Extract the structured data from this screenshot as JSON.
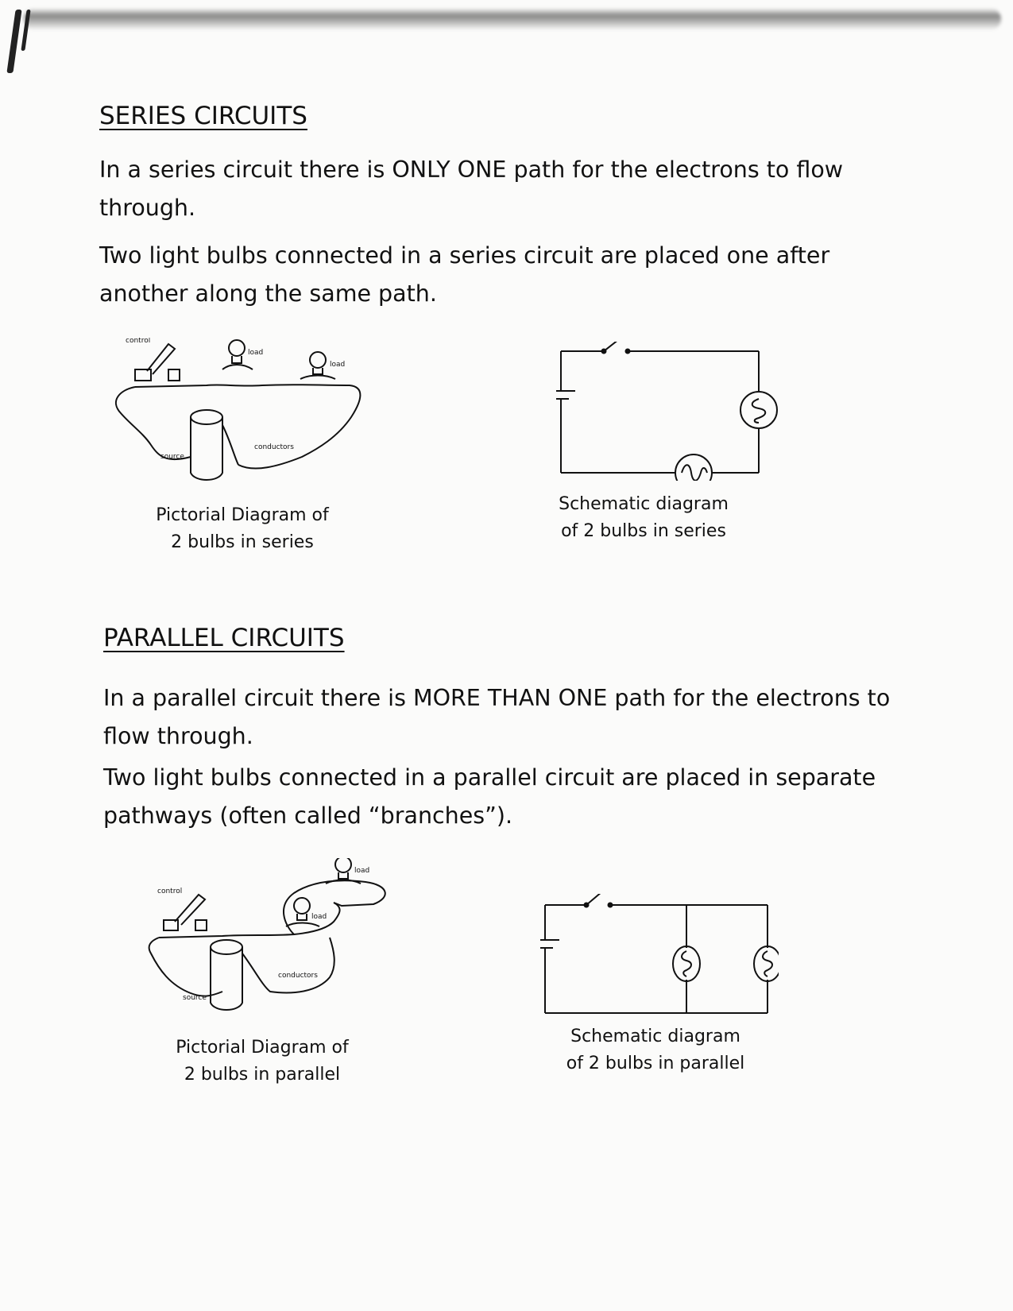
{
  "series": {
    "heading": "SERIES CIRCUITS",
    "para1": "In a series circuit there is ONLY ONE path for the electrons to flow through.",
    "para2": "Two light bulbs connected in a series circuit are placed one after another along the same path.",
    "pictorial": {
      "labels": {
        "control": "control",
        "load1": "load",
        "load2": "load",
        "conductors": "conductors",
        "source": "source"
      },
      "caption_line1": "Pictorial Diagram of",
      "caption_line2": "2 bulbs in series"
    },
    "schematic": {
      "caption_line1": "Schematic diagram",
      "caption_line2": "of 2 bulbs in series"
    }
  },
  "parallel": {
    "heading": "PARALLEL CIRCUITS",
    "para1": "In a parallel circuit there is MORE THAN ONE path for the electrons to flow through.",
    "para2": "Two light bulbs connected in a parallel circuit are placed in separate pathways (often called “branches”).",
    "pictorial": {
      "labels": {
        "control": "control",
        "load1": "load",
        "load2": "load",
        "conductors": "conductors",
        "source": "source"
      },
      "caption_line1": "Pictorial Diagram of",
      "caption_line2": "2 bulbs in parallel"
    },
    "schematic": {
      "caption_line1": "Schematic diagram",
      "caption_line2": "of 2 bulbs in parallel"
    }
  }
}
